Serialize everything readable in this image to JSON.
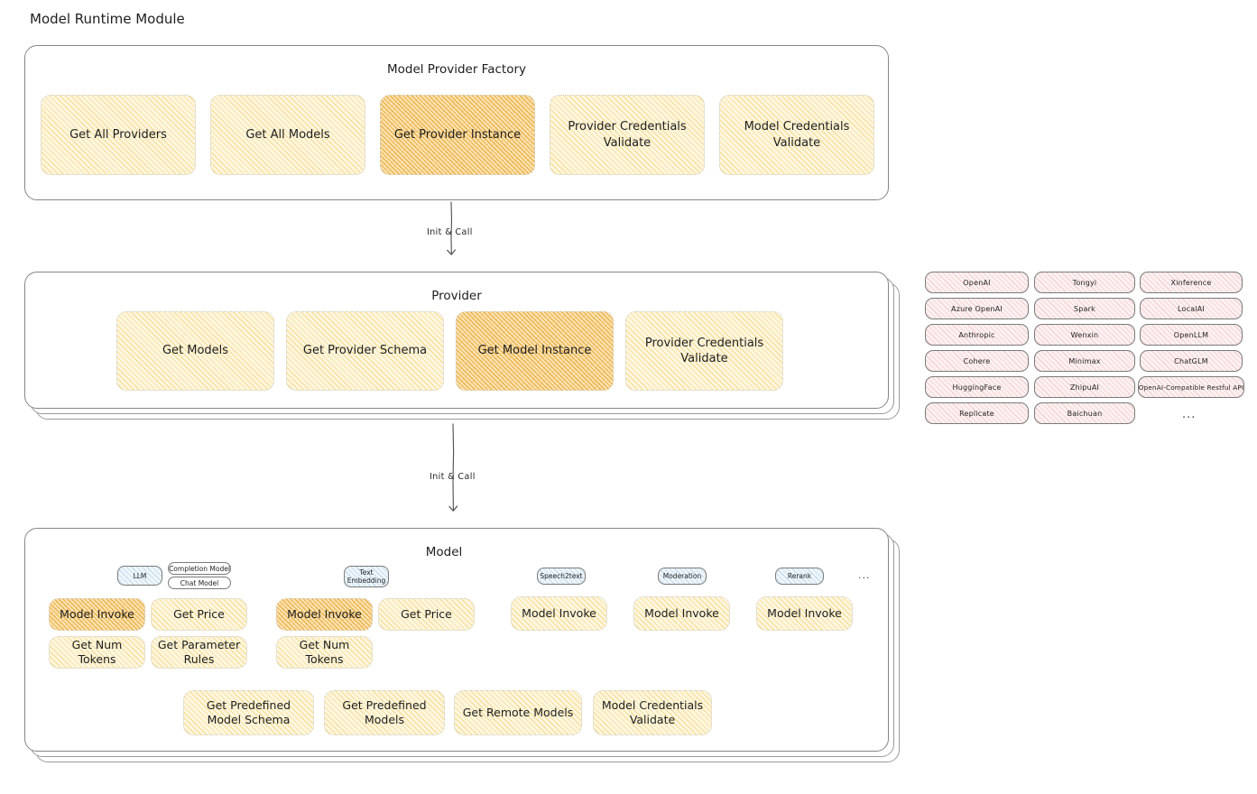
{
  "page": {
    "title": "Model Runtime Module",
    "background_color": "#ffffff",
    "text_color": "#1e1e1e"
  },
  "colors": {
    "fill_yellow": "#fdf6e0",
    "fill_orange": "#fbe6b8",
    "fill_pink": "#fdf1f1",
    "fill_blue": "#eef6fb",
    "stroke": "#868686",
    "dotted_stroke": "#cfcfcf"
  },
  "factory": {
    "title": "Model Provider Factory",
    "boxes": [
      {
        "label": "Get All Providers",
        "highlight": false
      },
      {
        "label": "Get All Models",
        "highlight": false
      },
      {
        "label": "Get Provider Instance",
        "highlight": true
      },
      {
        "label": "Provider Credentials Validate",
        "highlight": false
      },
      {
        "label": "Model Credentials Validate",
        "highlight": false
      }
    ]
  },
  "arrows": [
    {
      "label": "Init & Call",
      "from": "Model Provider Factory",
      "to": "Provider"
    },
    {
      "label": "Init & Call",
      "from": "Provider",
      "to": "Model"
    }
  ],
  "provider": {
    "title": "Provider",
    "boxes": [
      {
        "label": "Get Models",
        "highlight": false
      },
      {
        "label": "Get Provider Schema",
        "highlight": false
      },
      {
        "label": "Get Model Instance",
        "highlight": true
      },
      {
        "label": "Provider Credentials Validate",
        "highlight": false
      }
    ]
  },
  "provider_list": {
    "columns": [
      [
        "OpenAI",
        "Azure OpenAI",
        "Anthropic",
        "Cohere",
        "HuggingFace",
        "Replicate"
      ],
      [
        "Tongyi",
        "Spark",
        "Wenxin",
        "Minimax",
        "ZhipuAI",
        "Baichuan"
      ],
      [
        "Xinference",
        "LocalAI",
        "OpenLLM",
        "ChatGLM",
        "OpenAI-Compatible Restful API"
      ]
    ],
    "more": "..."
  },
  "model": {
    "title": "Model",
    "more": "...",
    "types": [
      {
        "badge": "LLM",
        "sub_badges": [
          "Completion Model",
          "Chat Model"
        ],
        "boxes": [
          {
            "label": "Model Invoke",
            "highlight": true
          },
          {
            "label": "Get Price",
            "highlight": false
          },
          {
            "label": "Get Num Tokens",
            "highlight": false
          },
          {
            "label": "Get Parameter Rules",
            "highlight": false
          }
        ]
      },
      {
        "badge": "Text Embedding",
        "sub_badges": [],
        "boxes": [
          {
            "label": "Model Invoke",
            "highlight": true
          },
          {
            "label": "Get Price",
            "highlight": false
          },
          {
            "label": "Get Num Tokens",
            "highlight": false
          }
        ]
      },
      {
        "badge": "Speech2text",
        "sub_badges": [],
        "boxes": [
          {
            "label": "Model Invoke",
            "highlight": false
          }
        ]
      },
      {
        "badge": "Moderation",
        "sub_badges": [],
        "boxes": [
          {
            "label": "Model Invoke",
            "highlight": false
          }
        ]
      },
      {
        "badge": "Rerank",
        "sub_badges": [],
        "boxes": [
          {
            "label": "Model Invoke",
            "highlight": false
          }
        ]
      }
    ],
    "common_boxes": [
      {
        "label": "Get Predefined Model Schema"
      },
      {
        "label": "Get Predefined Models"
      },
      {
        "label": "Get Remote Models"
      },
      {
        "label": "Model Credentials Validate"
      }
    ]
  }
}
